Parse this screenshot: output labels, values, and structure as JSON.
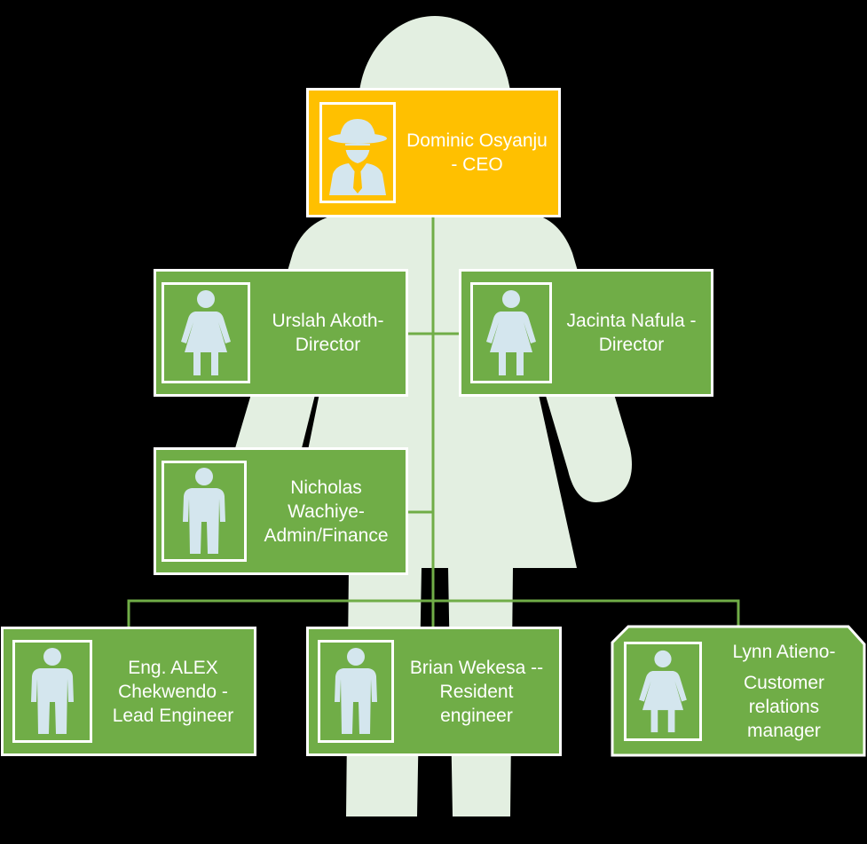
{
  "colors": {
    "background": "#000000",
    "silhouette": "#e3efe1",
    "node_green": "#70ad47",
    "node_gold": "#ffc000",
    "connector": "#70ad47",
    "icon_fill": "#d4e6ee"
  },
  "nodes": {
    "ceo": {
      "line1": "Dominic Osyanju",
      "line2": "- CEO",
      "icon": "spy-person-icon"
    },
    "director_urslah": {
      "line1": "Urslah Akoth-",
      "line2": "Director",
      "icon": "woman-icon"
    },
    "director_jacinta": {
      "line1": "Jacinta Nafula -",
      "line2": "Director",
      "icon": "woman-icon"
    },
    "admin_nicholas": {
      "line1": "Nicholas",
      "line2": "Wachiye-",
      "line3": "Admin/Finance",
      "icon": "man-icon"
    },
    "eng_alex": {
      "line1": "Eng. ALEX",
      "line2": "Chekwendo -",
      "line3": "Lead Engineer",
      "icon": "man-icon"
    },
    "eng_brian": {
      "line1": "Brian Wekesa --",
      "line2": "Resident",
      "line3": "engineer",
      "icon": "man-icon"
    },
    "cr_lynn": {
      "line1": "Lynn Atieno-",
      "line2": "Customer",
      "line3": "relations",
      "line4": "manager",
      "icon": "woman-icon"
    }
  }
}
